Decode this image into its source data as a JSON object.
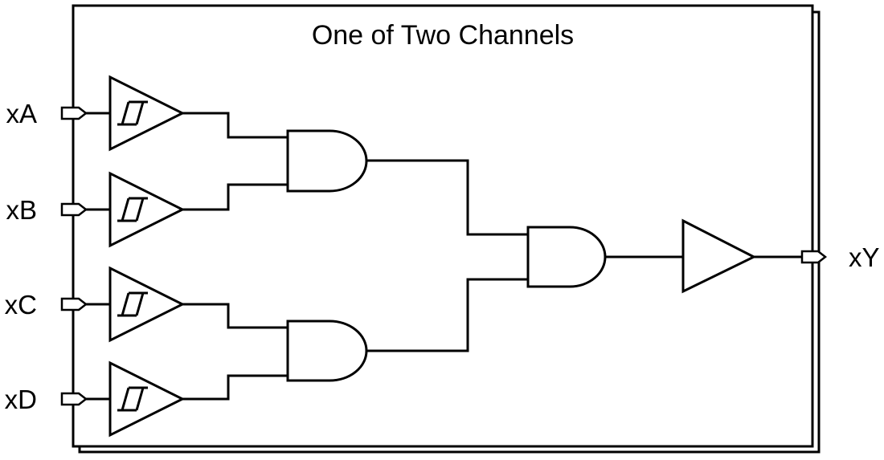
{
  "diagram": {
    "title": "One of Two Channels",
    "colors": {
      "line": "#000000",
      "background": "#ffffff"
    },
    "inputs": [
      {
        "id": "xA",
        "label": "xA"
      },
      {
        "id": "xB",
        "label": "xB"
      },
      {
        "id": "xC",
        "label": "xC"
      },
      {
        "id": "xD",
        "label": "xD"
      }
    ],
    "output": {
      "id": "xY",
      "label": "xY"
    },
    "circuit": {
      "channels_note": "two stacked channel boxes, one shown",
      "gates": [
        {
          "id": "buf_xA",
          "type": "schmitt-trigger-buffer",
          "input": "xA"
        },
        {
          "id": "buf_xB",
          "type": "schmitt-trigger-buffer",
          "input": "xB"
        },
        {
          "id": "buf_xC",
          "type": "schmitt-trigger-buffer",
          "input": "xC"
        },
        {
          "id": "buf_xD",
          "type": "schmitt-trigger-buffer",
          "input": "xD"
        },
        {
          "id": "and1",
          "type": "and",
          "inputs": [
            "buf_xA",
            "buf_xB"
          ]
        },
        {
          "id": "and2",
          "type": "and",
          "inputs": [
            "buf_xC",
            "buf_xD"
          ]
        },
        {
          "id": "and3",
          "type": "and",
          "inputs": [
            "and1",
            "and2"
          ]
        },
        {
          "id": "buf_out",
          "type": "buffer",
          "input": "and3",
          "output": "xY"
        }
      ]
    }
  }
}
